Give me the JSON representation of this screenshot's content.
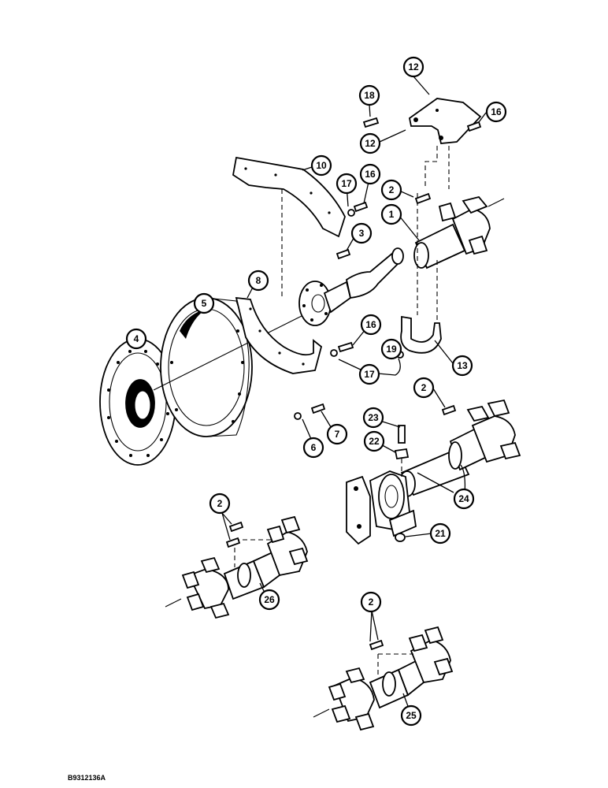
{
  "figure_code": "B9312136A",
  "callouts": [
    "1",
    "2",
    "2",
    "2",
    "2",
    "3",
    "4",
    "5",
    "6",
    "7",
    "8",
    "10",
    "12",
    "12",
    "13",
    "16",
    "16",
    "16",
    "17",
    "17",
    "18",
    "19",
    "21",
    "22",
    "23",
    "24",
    "25",
    "26"
  ]
}
